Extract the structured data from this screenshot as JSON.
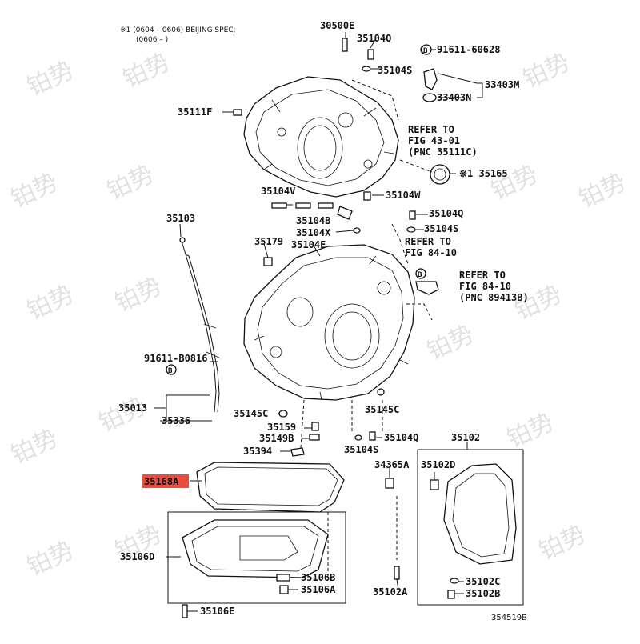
{
  "note": {
    "line1": "※1 (0604 – 0606) BEIJING SPEC;",
    "line2": "(0606 –        )"
  },
  "highlight_color": "#e74c3c",
  "watermark_text": "铂势",
  "labels": {
    "p30500E": "30500E",
    "p35104Q_top": "35104Q",
    "p35104S_top": "35104S",
    "p91611_60628": "91611-60628",
    "p33403M": "33403M",
    "p33403N": "33403N",
    "p35111F": "35111F",
    "refer1_a": "REFER TO",
    "refer1_b": "FIG 43-01",
    "refer1_c": "(PNC 35111C)",
    "p35165": "※1 35165",
    "p35104V": "35104V",
    "p35104W": "35104W",
    "p35104B_mid": "35104B",
    "p35104Q_mid": "35104Q",
    "p35104X": "35104X",
    "p35104S_mid": "35104S",
    "p35103": "35103",
    "p35179": "35179",
    "p35104E": "35104E",
    "refer2_a": "REFER TO",
    "refer2_b": "FIG 84-10",
    "refer3_a": "REFER TO",
    "refer3_b": "FIG 84-10",
    "refer3_c": "(PNC 89413B)",
    "p91611_B0816": "91611-B0816",
    "p35013": "35013",
    "p35336": "35336",
    "p35145C_left": "35145C",
    "p35145C_right": "35145C",
    "p35159": "35159",
    "p35149B": "35149B",
    "p35104Q_low": "35104Q",
    "p35394": "35394",
    "p35104S_low": "35104S",
    "p35102": "35102",
    "p34365A": "34365A",
    "p35102D": "35102D",
    "p35168A": "35168A",
    "p35106D": "35106D",
    "p35106B": "35106B",
    "p35106A": "35106A",
    "p35106E": "35106E",
    "p35102A": "35102A",
    "p35102C": "35102C",
    "p35102B": "35102B",
    "fig_code": "354519B"
  }
}
